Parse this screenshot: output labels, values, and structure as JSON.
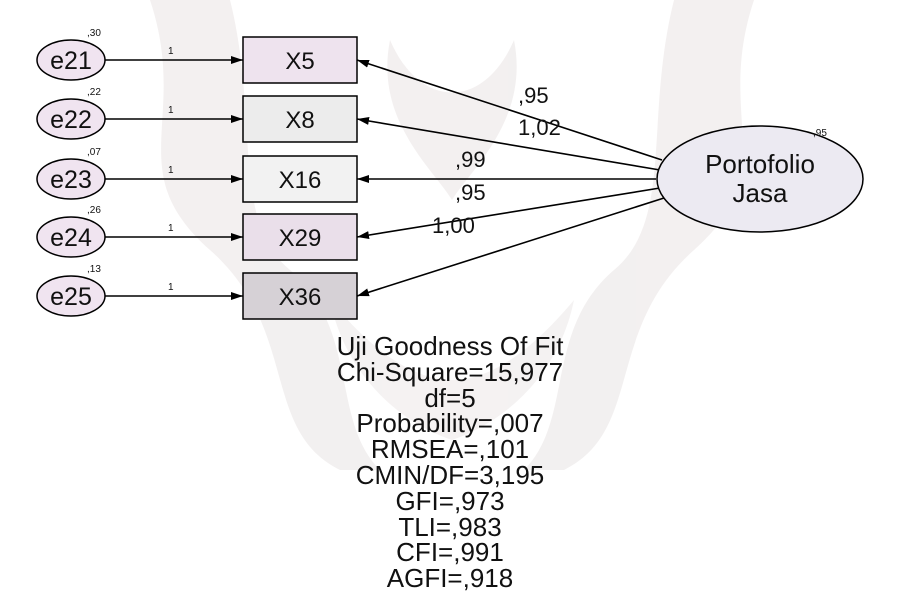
{
  "latent": {
    "label_line1": "Portofolio",
    "label_line2": "Jasa",
    "variance": ",95"
  },
  "indicators": [
    {
      "name": "X5",
      "error": "e21",
      "error_variance": ",30",
      "fixed_path": "1",
      "loading": ",95",
      "fill": "#eee3ee"
    },
    {
      "name": "X8",
      "error": "e22",
      "error_variance": ",22",
      "fixed_path": "1",
      "loading": "1,02",
      "fill": "#ececec"
    },
    {
      "name": "X16",
      "error": "e23",
      "error_variance": ",07",
      "fixed_path": "1",
      "loading": ",99",
      "fill": "#f2f2f2"
    },
    {
      "name": "X29",
      "error": "e24",
      "error_variance": ",26",
      "fixed_path": "1",
      "loading": ",95",
      "fill": "#eadfea"
    },
    {
      "name": "X36",
      "error": "e25",
      "error_variance": ",13",
      "fixed_path": "1",
      "loading": "1,00",
      "fill": "#d6d1d6"
    }
  ],
  "fit": {
    "title": "Uji Goodness Of Fit",
    "chi_square": "Chi-Square=15,977",
    "df": "df=5",
    "probability": "Probability=,007",
    "rmsea": "RMSEA=,101",
    "cmin_df": "CMIN/DF=3,195",
    "gfi": "GFI=,973",
    "tli": "TLI=,983",
    "cfi": "CFI=,991",
    "agfi": "AGFI=,918"
  },
  "colors": {
    "error_fill": "#f0e4f0",
    "latent_fill": "#eceaf2",
    "stroke": "#000000",
    "watermark": "#e8e3e3"
  }
}
